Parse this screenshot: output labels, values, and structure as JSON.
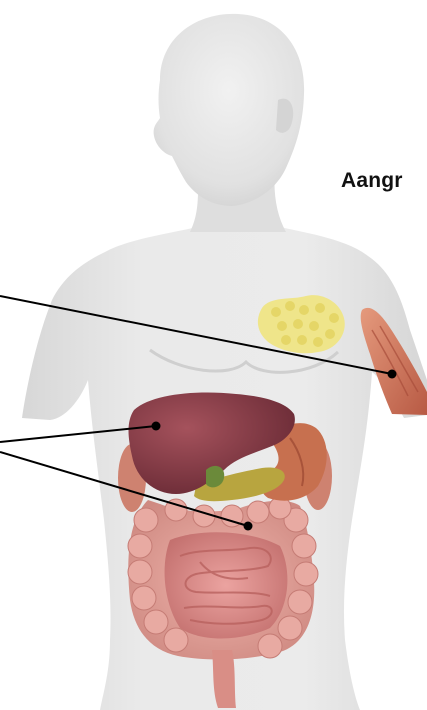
{
  "diagram": {
    "caption": "Aangr",
    "colors": {
      "skin": "#e6e6e6",
      "skin_shadow": "#cfcfcf",
      "liver": "#8a3f4a",
      "stomach": "#c26a4f",
      "pancreas": "#b5a441",
      "colon": "#e2a29a",
      "small_intestine": "#d98c8b",
      "fat": "#efe58a",
      "muscle": "#d77b62",
      "leader_line": "#000000"
    },
    "parts": [
      "head",
      "torso",
      "fat-tissue",
      "arm-muscle",
      "liver",
      "stomach",
      "pancreas",
      "large-intestine",
      "small-intestine"
    ]
  }
}
